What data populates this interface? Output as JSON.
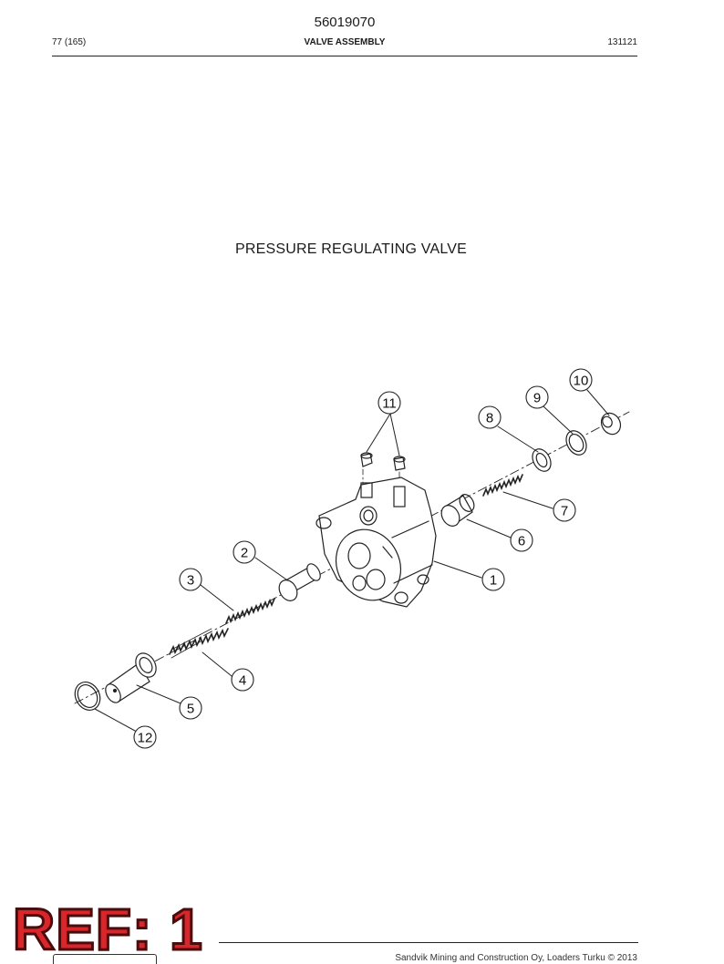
{
  "header": {
    "doc_number": "56019070",
    "page": "77 (165)",
    "section": "VALVE ASSEMBLY",
    "date_code": "131121"
  },
  "figure": {
    "title": "PRESSURE REGULATING VALVE",
    "callouts": [
      "1",
      "2",
      "3",
      "4",
      "5",
      "6",
      "7",
      "8",
      "9",
      "10",
      "11",
      "12"
    ]
  },
  "badge": {
    "text": "REF: 1"
  },
  "footer": {
    "text": "Sandvik Mining and Construction Oy, Loaders Turku © 2013"
  }
}
